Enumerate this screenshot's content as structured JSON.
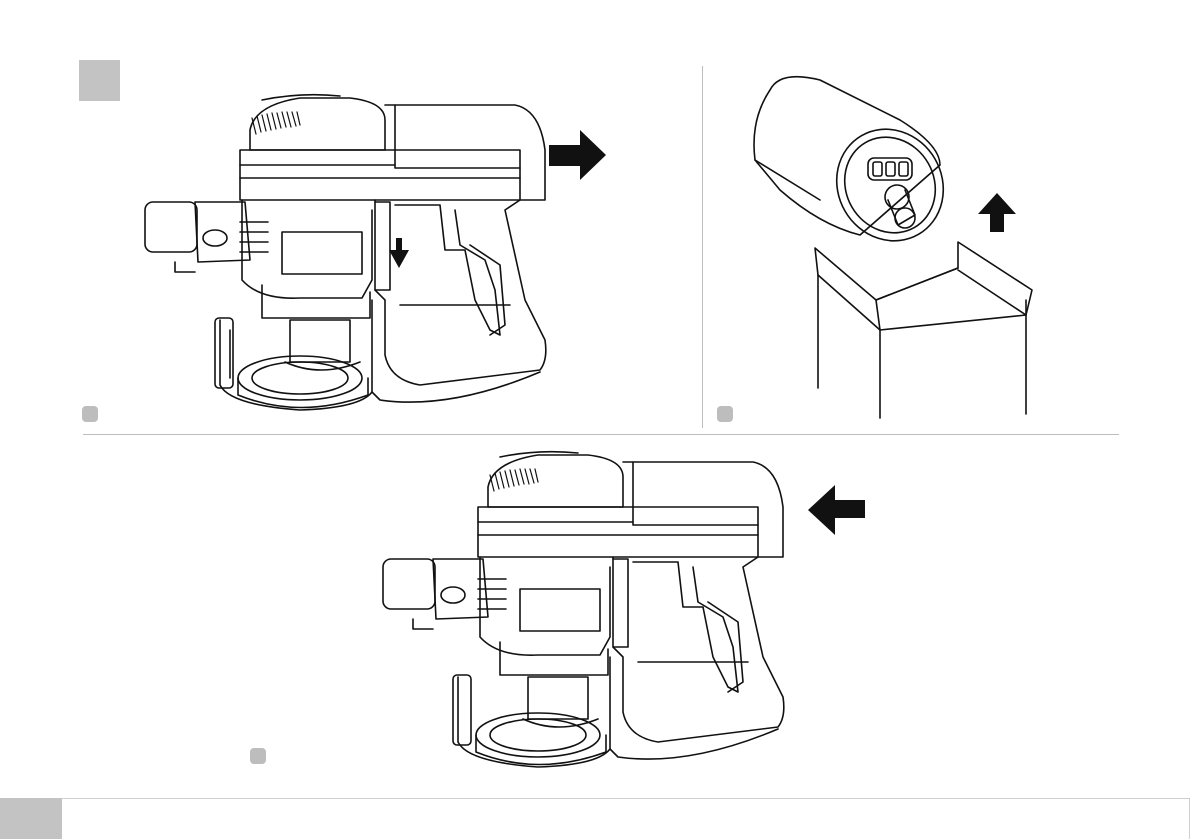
{
  "page": {
    "layout": "instruction-illustration",
    "panels": [
      {
        "id": "panel-top-left",
        "illustration": "vacuum-unit-battery-release"
      },
      {
        "id": "panel-top-right",
        "illustration": "battery-removal-to-box"
      },
      {
        "id": "panel-bottom",
        "illustration": "vacuum-unit-battery-insert"
      }
    ]
  },
  "icons": {
    "step_badge": "step-number-square",
    "arrow_right": "arrow-right-icon",
    "arrow_left": "arrow-left-icon",
    "arrow_up": "arrow-up-icon",
    "arrow_down": "arrow-down-icon"
  },
  "colors": {
    "line": "#111111",
    "badge_gray": "#c3c3c3",
    "divider": "#bdbdbd"
  }
}
